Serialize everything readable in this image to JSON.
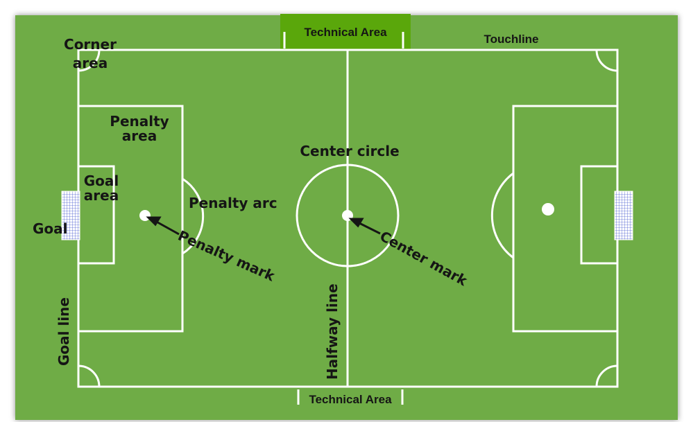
{
  "colors": {
    "grass": "#6fac46",
    "lines": "#ffffff",
    "technical_area_top": "#5aa70b",
    "label_text": "#151515"
  },
  "labels": {
    "technical_area_top": "Technical Area",
    "technical_area_bottom": "Technical Area",
    "touchline": "Touchline",
    "corner_area_line1": "Corner",
    "corner_area_line2": "area",
    "penalty_area_line1": "Penalty",
    "penalty_area_line2": "area",
    "goal_area_line1": "Goal",
    "goal_area_line2": "area",
    "goal": "Goal",
    "penalty_arc": "Penalty arc",
    "penalty_mark": "Penalty mark",
    "center_circle": "Center circle",
    "center_mark": "Center mark",
    "halfway_line": "Halfway line",
    "goal_line": "Goal line"
  }
}
